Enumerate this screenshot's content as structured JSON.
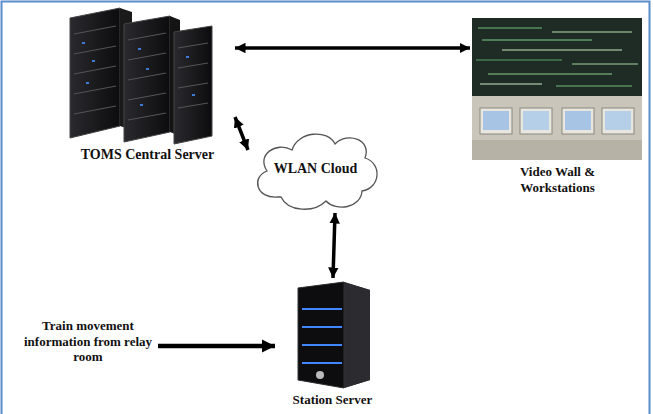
{
  "diagram": {
    "nodes": [
      {
        "text": [
          "TOMS Central Server"
        ]
      },
      {
        "text": [
          "Video Wall & Workstations"
        ]
      },
      {
        "text": [
          "WLAN Cloud"
        ]
      },
      {
        "text": [
          "Train movement information from relay room"
        ]
      },
      {
        "text": [
          "Station Server"
        ]
      }
    ],
    "edges": [
      {
        "from": 0,
        "to": 1,
        "arrow": "both"
      },
      {
        "from": 0,
        "to": 2,
        "arrow": "both"
      },
      {
        "from": 2,
        "to": 4,
        "arrow": "both"
      },
      {
        "from": 3,
        "to": 4,
        "arrow": "to"
      }
    ]
  }
}
